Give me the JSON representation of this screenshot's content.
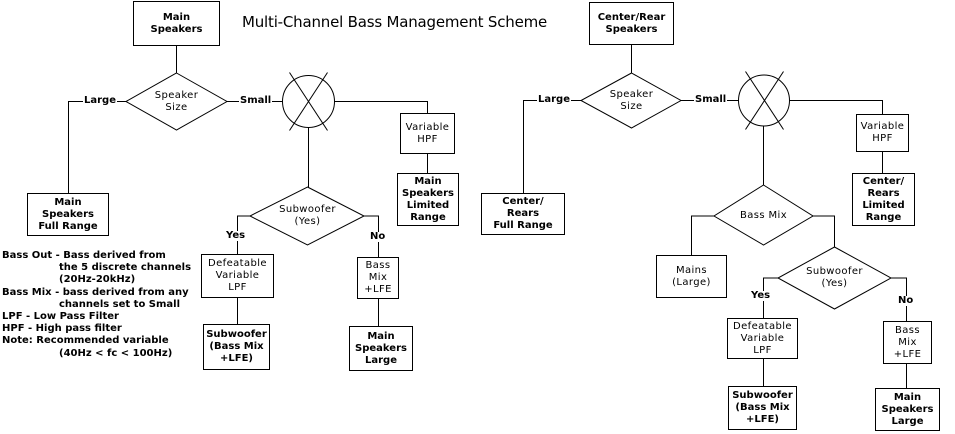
{
  "title": "Multi-Channel Bass Management Scheme",
  "colors": {
    "line": "#000000",
    "background": "#ffffff",
    "text": "#000000"
  },
  "charts": {
    "left": {
      "source": "Main\nSpeakers",
      "size_decision": "Speaker\nSize",
      "large_label": "Large",
      "small_label": "Small",
      "full_range": "Main\nSpeakers\nFull Range",
      "hpf": "Variable\nHPF",
      "limited_range": "Main\nSpeakers\nLimited\nRange",
      "subwoofer_decision": "Subwoofer\n(Yes)",
      "yes_label": "Yes",
      "no_label": "No",
      "lpf": "Defeatable\nVariable\nLPF",
      "subwoofer_out": "Subwoofer\n(Bass Mix\n+LFE)",
      "bass_mix": "Bass\nMix\n+LFE",
      "mains_out": "Main\nSpeakers\nLarge",
      "mixer_icon": "mixer-cross-circle"
    },
    "right": {
      "source": "Center/Rear\nSpeakers",
      "size_decision": "Speaker\nSize",
      "large_label": "Large",
      "small_label": "Small",
      "full_range": "Center/\nRears\nFull Range",
      "hpf": "Variable\nHPF",
      "limited_range": "Center/\nRears\nLimited\nRange",
      "bass_mix_decision": "Bass Mix",
      "mains_large": "Mains\n(Large)",
      "subwoofer_decision": "Subwoofer\n(Yes)",
      "yes_label": "Yes",
      "no_label": "No",
      "lpf": "Defeatable\nVariable\nLPF",
      "subwoofer_out": "Subwoofer\n(Bass Mix\n+LFE)",
      "bass_mix": "Bass\nMix\n+LFE",
      "mains_out": "Main\nSpeakers\nLarge",
      "mixer_icon": "mixer-cross-circle"
    }
  },
  "legend": {
    "lines": [
      "Bass Out - Bass derived from",
      "the 5 discrete channels",
      "(20Hz-20kHz)",
      "Bass Mix - bass derived from any",
      "channels set to Small",
      "LPF - Low Pass Filter",
      "HPF - High pass filter",
      "Note: Recommended variable",
      "(40Hz < fc < 100Hz)"
    ]
  }
}
